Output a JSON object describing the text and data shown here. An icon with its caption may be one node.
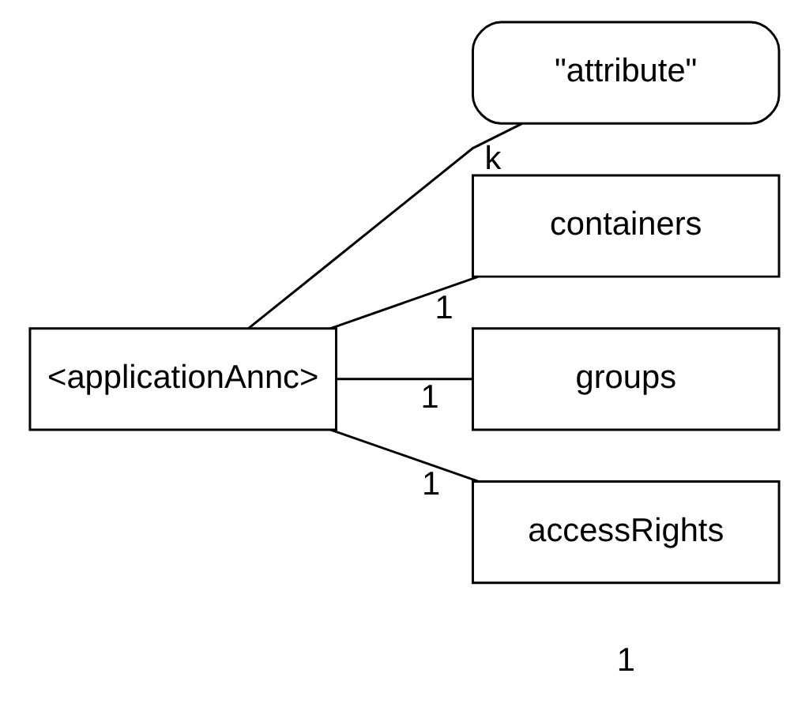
{
  "diagram": {
    "nodes": [
      {
        "text": [
          "<applicationAnnc>"
        ]
      },
      {
        "text": [
          "\"attribute\""
        ]
      },
      {
        "text": [
          "containers"
        ]
      },
      {
        "text": [
          "groups"
        ]
      },
      {
        "text": [
          "accessRights"
        ]
      }
    ],
    "edges": [
      {
        "from": 0,
        "to": 1,
        "arrow": "none",
        "label": "k"
      },
      {
        "from": 0,
        "to": 2,
        "arrow": "none",
        "label": "1"
      },
      {
        "from": 0,
        "to": 3,
        "arrow": "none",
        "label": "1"
      },
      {
        "from": 0,
        "to": 4,
        "arrow": "none",
        "label": "1"
      }
    ],
    "labels": [
      "1"
    ]
  }
}
